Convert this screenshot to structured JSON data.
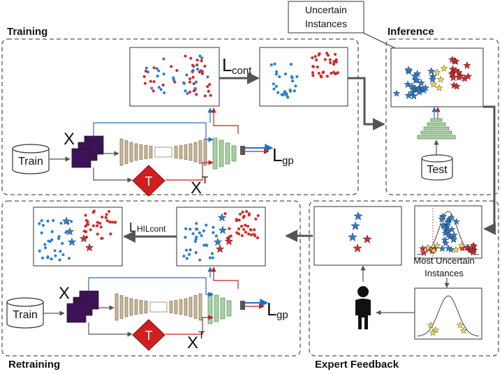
{
  "sections": {
    "training": "Training",
    "inference": "Inference",
    "retraining": "Retraining",
    "expert_feedback": "Expert Feedback"
  },
  "callout": {
    "line1": "Uncertain",
    "line2": "Instances"
  },
  "training": {
    "train_label": "Train",
    "x_label": "X",
    "xt_label": "X",
    "xt_sup": "T",
    "t_label": "T",
    "loss_cont_main": "L",
    "loss_cont_sub": "cont",
    "loss_gp_main": "L",
    "loss_gp_sub": "gp"
  },
  "inference": {
    "test_label": "Test"
  },
  "retraining": {
    "train_label": "Train",
    "x_label": "X",
    "xt_label": "X",
    "xt_sup": "T",
    "t_label": "T",
    "loss_hil_main": "L",
    "loss_hil_sub": "HILcont",
    "loss_gp_main": "L",
    "loss_gp_sub": "gp"
  },
  "feedback": {
    "line1": "Most Uncertain",
    "line2": "Instances"
  },
  "colors": {
    "blue": "#2a7fd0",
    "red": "#d42a2a",
    "yellow": "#f2dc3a",
    "data_cube": "#3e1058",
    "t_node": "#d11f1f",
    "encoder": "#c8b79a",
    "decoder": "#a8d1a2",
    "dashed_border": "#555555",
    "arrow_gray": "#555555"
  }
}
